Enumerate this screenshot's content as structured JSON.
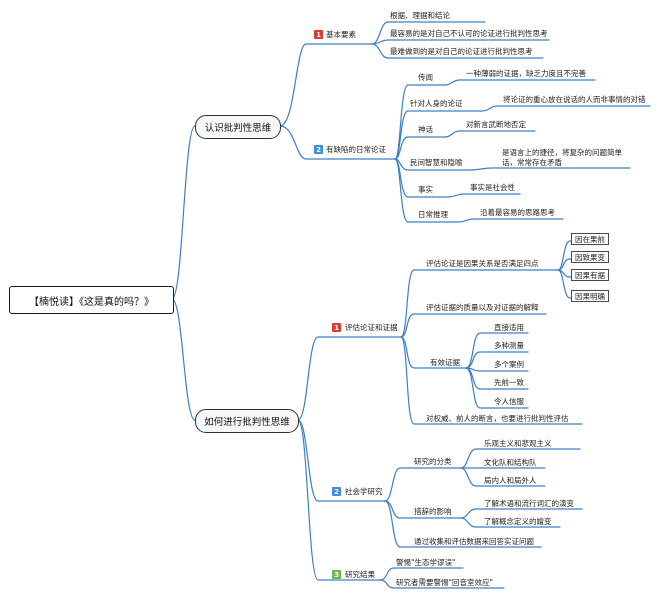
{
  "root": "【楠悦读】《这是真的吗？》",
  "branches": {
    "a": {
      "title": "认识批判性思维",
      "g1": {
        "num": "1",
        "label": "基本要素",
        "items": [
          "根据、理据和结论",
          "最容易的是对自己不认可的论证进行批判性思考",
          "最难做到的是对自己的论证进行批判性思考"
        ]
      },
      "g2": {
        "num": "2",
        "label": "有缺陷的日常论证",
        "items": [
          {
            "k": "传闻",
            "v": "一种薄弱的证据，缺乏力度且不完善"
          },
          {
            "k": "针对人身的论证",
            "v": "将论证的重心放在说话的人而非事情的对错"
          },
          {
            "k": "神话",
            "v": "对新言武断地否定"
          },
          {
            "k": "民间智慧和隐喻",
            "v": "是语言上的捷径，将复杂的问题简单话，常常存在矛盾"
          },
          {
            "k": "事实",
            "v": "事实是社会性"
          },
          {
            "k": "日常推理",
            "v": "沿着最容易的思路思考"
          }
        ]
      }
    },
    "b": {
      "title": "如何进行批判性思维",
      "g1": {
        "num": "1",
        "label": "评估论证和证据",
        "cause": {
          "label": "评估论证是因果关系是否满足四点",
          "items": [
            "因在果前",
            "因致果变",
            "因果有据",
            "因果明确"
          ]
        },
        "quality": "评估证据的质量以及对证据的解释",
        "valid": {
          "label": "有效证据",
          "items": [
            "直接适用",
            "多种测量",
            "多个案例",
            "先前一致",
            "令人信服"
          ]
        },
        "authority": "对权威、前人的断言，也要进行批判性评估"
      },
      "g2": {
        "num": "2",
        "label": "社会学研究",
        "types": {
          "label": "研究的分类",
          "items": [
            "乐观主义和悲观主义",
            "文化队和结构队",
            "局内人和局外人"
          ]
        },
        "rhetoric": {
          "label": "措辞的影响",
          "items": [
            "了解术语和流行词汇的演变",
            "了解概念定义的嬗变"
          ]
        },
        "collect": "通过收集和评估数据来回答实证问题"
      },
      "g3": {
        "num": "3",
        "label": "研究结果",
        "items": [
          "警惕\"生态学谬误\"",
          "研究者需要警惕\"回音室效应\""
        ]
      }
    }
  }
}
